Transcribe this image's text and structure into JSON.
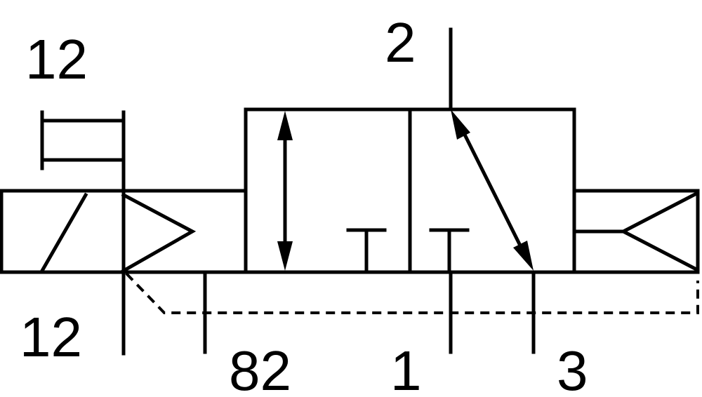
{
  "diagram": {
    "type": "pneumatic 3/2-way solenoid valve symbol",
    "colors": {
      "line": "#000000",
      "background": "#ffffff"
    },
    "labels": {
      "top_left": "12",
      "bottom_left": "12",
      "port_2": "2",
      "port_82": "82",
      "port_1": "1",
      "port_3": "3"
    }
  }
}
